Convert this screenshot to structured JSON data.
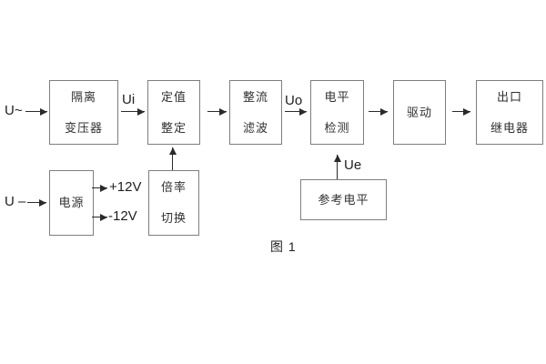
{
  "figure": {
    "caption": "图 1",
    "colors": {
      "background": "#ffffff",
      "box_border": "#7e7e7e",
      "text": "#303030",
      "line": "#2a2a2a"
    },
    "inputs": {
      "ac_label": "U~",
      "dc_label": "U –"
    },
    "signal_labels": {
      "ui": "Ui",
      "uo": "Uo",
      "ue": "Ue"
    },
    "power_rails": {
      "positive": "+12V",
      "negative": "-12V"
    },
    "blocks": {
      "isolation_transformer": {
        "line1": "隔离",
        "line2": "变压器"
      },
      "value_setting": {
        "line1": "定值",
        "line2": "整定"
      },
      "rectifier_filter": {
        "line1": "整流",
        "line2": "滤波"
      },
      "level_detection": {
        "line1": "电平",
        "line2": "检测"
      },
      "driver": {
        "line1": "驱动"
      },
      "output_relay": {
        "line1": "出口",
        "line2": "继电器"
      },
      "power_supply": {
        "line1": "电源"
      },
      "ratio_switch": {
        "line1": "倍率",
        "line2": "切换"
      },
      "reference_level": {
        "line1": "参考电平"
      }
    }
  }
}
